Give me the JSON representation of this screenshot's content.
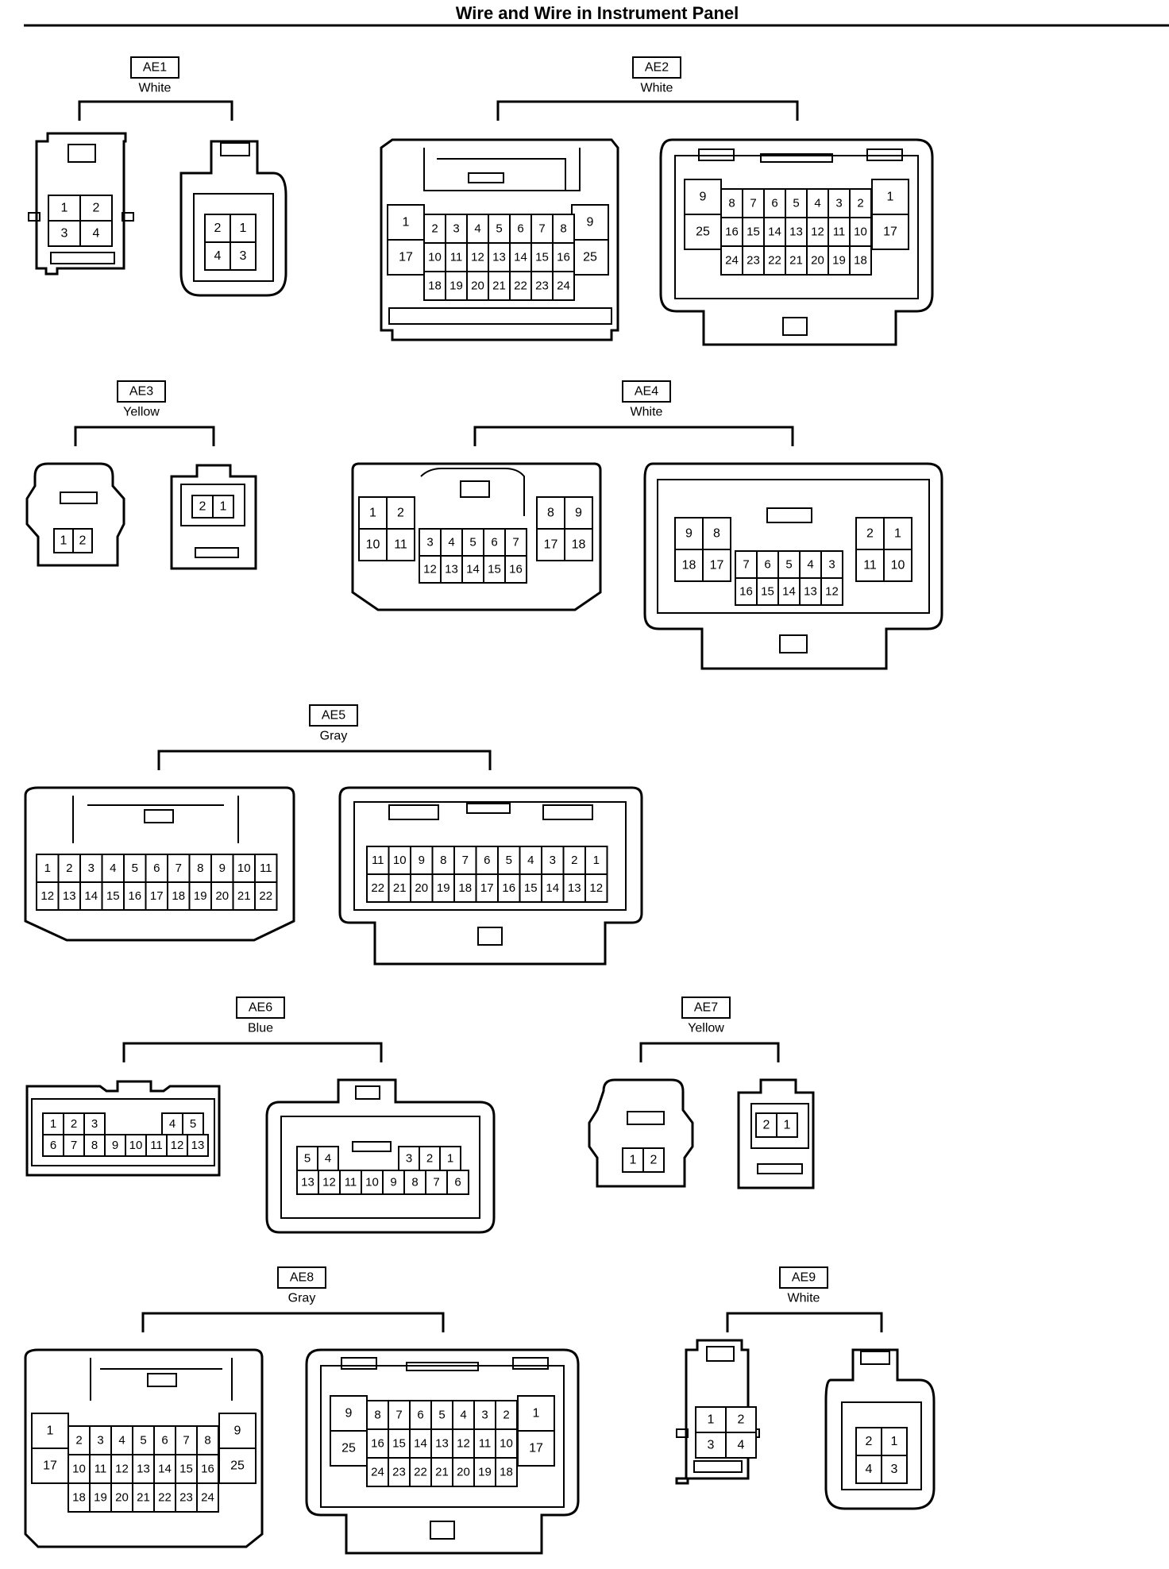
{
  "title": "Wire and Wire in Instrument Panel",
  "connectors": [
    {
      "id": "AE1",
      "color": "White"
    },
    {
      "id": "AE2",
      "color": "White"
    },
    {
      "id": "AE3",
      "color": "Yellow"
    },
    {
      "id": "AE4",
      "color": "White"
    },
    {
      "id": "AE5",
      "color": "Gray"
    },
    {
      "id": "AE6",
      "color": "Blue"
    },
    {
      "id": "AE7",
      "color": "Yellow"
    },
    {
      "id": "AE8",
      "color": "Gray"
    },
    {
      "id": "AE9",
      "color": "White"
    }
  ],
  "ae1": {
    "left": {
      "rows": [
        [
          "1",
          "2"
        ],
        [
          "3",
          "4"
        ]
      ]
    },
    "right": {
      "rows": [
        [
          "2",
          "1"
        ],
        [
          "4",
          "3"
        ]
      ]
    }
  },
  "ae2": {
    "left": {
      "outer": [
        "1",
        "17",
        "9",
        "25"
      ],
      "rows": [
        [
          "2",
          "3",
          "4",
          "5",
          "6",
          "7",
          "8"
        ],
        [
          "10",
          "11",
          "12",
          "13",
          "14",
          "15",
          "16"
        ],
        [
          "18",
          "19",
          "20",
          "21",
          "22",
          "23",
          "24"
        ]
      ]
    },
    "right": {
      "outer": [
        "9",
        "25",
        "1",
        "17"
      ],
      "rows": [
        [
          "8",
          "7",
          "6",
          "5",
          "4",
          "3",
          "2"
        ],
        [
          "16",
          "15",
          "14",
          "13",
          "12",
          "11",
          "10"
        ],
        [
          "24",
          "23",
          "22",
          "21",
          "20",
          "19",
          "18"
        ]
      ]
    }
  },
  "ae3": {
    "left": {
      "rows": [
        [
          "1",
          "2"
        ]
      ]
    },
    "right": {
      "rows": [
        [
          "2",
          "1"
        ]
      ]
    }
  },
  "ae4": {
    "left": {
      "side_left": [
        [
          "1",
          "2"
        ],
        [
          "10",
          "11"
        ]
      ],
      "side_right": [
        [
          "8",
          "9"
        ],
        [
          "17",
          "18"
        ]
      ],
      "center": [
        [
          "3",
          "4",
          "5",
          "6",
          "7"
        ],
        [
          "12",
          "13",
          "14",
          "15",
          "16"
        ]
      ]
    },
    "right": {
      "side_left": [
        [
          "9",
          "8"
        ],
        [
          "18",
          "17"
        ]
      ],
      "side_right": [
        [
          "2",
          "1"
        ],
        [
          "11",
          "10"
        ]
      ],
      "center": [
        [
          "7",
          "6",
          "5",
          "4",
          "3"
        ],
        [
          "16",
          "15",
          "14",
          "13",
          "12"
        ]
      ]
    }
  },
  "ae5": {
    "left": {
      "rows": [
        [
          "1",
          "2",
          "3",
          "4",
          "5",
          "6",
          "7",
          "8",
          "9",
          "10",
          "11"
        ],
        [
          "12",
          "13",
          "14",
          "15",
          "16",
          "17",
          "18",
          "19",
          "20",
          "21",
          "22"
        ]
      ]
    },
    "right": {
      "rows": [
        [
          "11",
          "10",
          "9",
          "8",
          "7",
          "6",
          "5",
          "4",
          "3",
          "2",
          "1"
        ],
        [
          "22",
          "21",
          "20",
          "19",
          "18",
          "17",
          "16",
          "15",
          "14",
          "13",
          "12"
        ]
      ]
    }
  },
  "ae6": {
    "left": {
      "top_left": [
        "1",
        "2",
        "3"
      ],
      "top_right": [
        "4",
        "5"
      ],
      "bottom": [
        "6",
        "7",
        "8",
        "9",
        "10",
        "11",
        "12",
        "13"
      ]
    },
    "right": {
      "top_left": [
        "5",
        "4"
      ],
      "top_right": [
        "3",
        "2",
        "1"
      ],
      "bottom": [
        "13",
        "12",
        "11",
        "10",
        "9",
        "8",
        "7",
        "6"
      ]
    }
  },
  "ae7": {
    "left": {
      "rows": [
        [
          "1",
          "2"
        ]
      ]
    },
    "right": {
      "rows": [
        [
          "2",
          "1"
        ]
      ]
    }
  },
  "ae8": {
    "left": {
      "outer": [
        "1",
        "17",
        "9",
        "25"
      ],
      "rows": [
        [
          "2",
          "3",
          "4",
          "5",
          "6",
          "7",
          "8"
        ],
        [
          "10",
          "11",
          "12",
          "13",
          "14",
          "15",
          "16"
        ],
        [
          "18",
          "19",
          "20",
          "21",
          "22",
          "23",
          "24"
        ]
      ]
    },
    "right": {
      "outer": [
        "9",
        "25",
        "1",
        "17"
      ],
      "rows": [
        [
          "8",
          "7",
          "6",
          "5",
          "4",
          "3",
          "2"
        ],
        [
          "16",
          "15",
          "14",
          "13",
          "12",
          "11",
          "10"
        ],
        [
          "24",
          "23",
          "22",
          "21",
          "20",
          "19",
          "18"
        ]
      ]
    }
  },
  "ae9": {
    "left": {
      "rows": [
        [
          "1",
          "2"
        ],
        [
          "3",
          "4"
        ]
      ]
    },
    "right": {
      "rows": [
        [
          "2",
          "1"
        ],
        [
          "4",
          "3"
        ]
      ]
    }
  }
}
